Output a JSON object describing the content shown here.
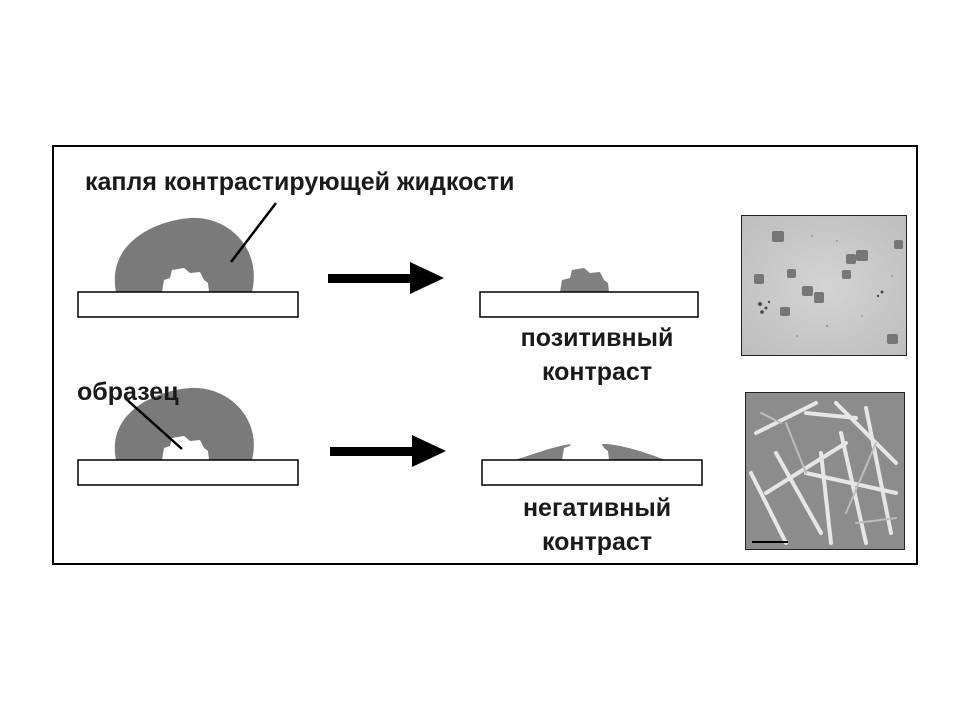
{
  "labels": {
    "drop": "капля контрастирующей жидкости",
    "sample": "образец",
    "positive_line1": "позитивный",
    "positive_line2": "контраст",
    "negative_line1": "негативный",
    "negative_line2": "контраст"
  },
  "colors": {
    "drop": "#7a7a7a",
    "stain": "#808080",
    "sample": "#ffffff",
    "arrow": "#000000",
    "frame": "#000000"
  },
  "images": {
    "positive_micrograph": "positive-stain-micrograph",
    "negative_micrograph": "negative-stain-micrograph"
  }
}
